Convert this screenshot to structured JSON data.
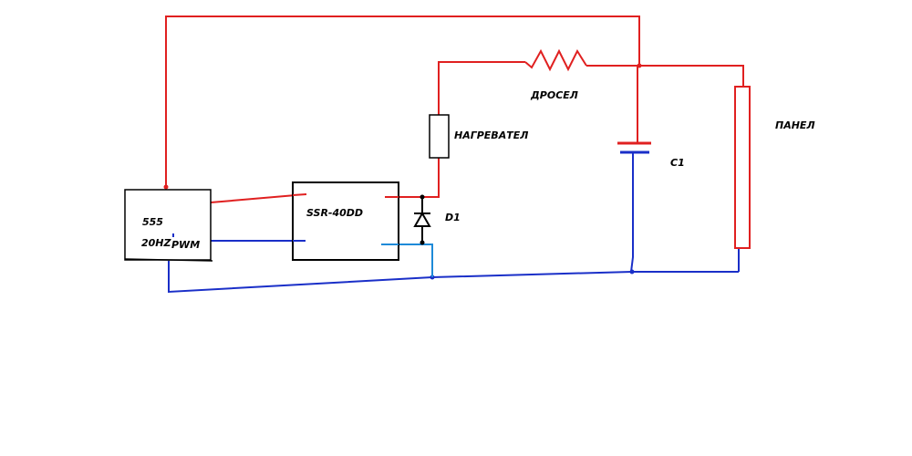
{
  "diagram": {
    "labels": {
      "timer": "555",
      "frequency": "20HZ",
      "pwm": "PWM",
      "relay": "SSR-40DD",
      "heater": "НАГРЕВАТЕЛ",
      "diode": "D1",
      "choke": "ДРОСЕЛ",
      "capacitor": "C1",
      "panel": "ПАНЕЛ"
    },
    "colors": {
      "positive_wire": "#e02020",
      "negative_wire": "#1a2fc8",
      "diode_wire": "#1e8ad8",
      "component_outline": "#000000"
    }
  }
}
